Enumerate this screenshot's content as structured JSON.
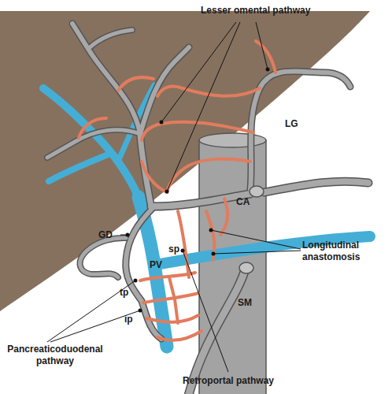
{
  "diagram": {
    "labels": [
      "Lesser omental pathway",
      "LG",
      "CA",
      "Longitudinal anastomosis",
      "GD",
      "sp",
      "PV",
      "tp",
      "SM",
      "ip",
      "Pancreaticoduodenal pathway",
      "Retroportal pathway"
    ]
  }
}
